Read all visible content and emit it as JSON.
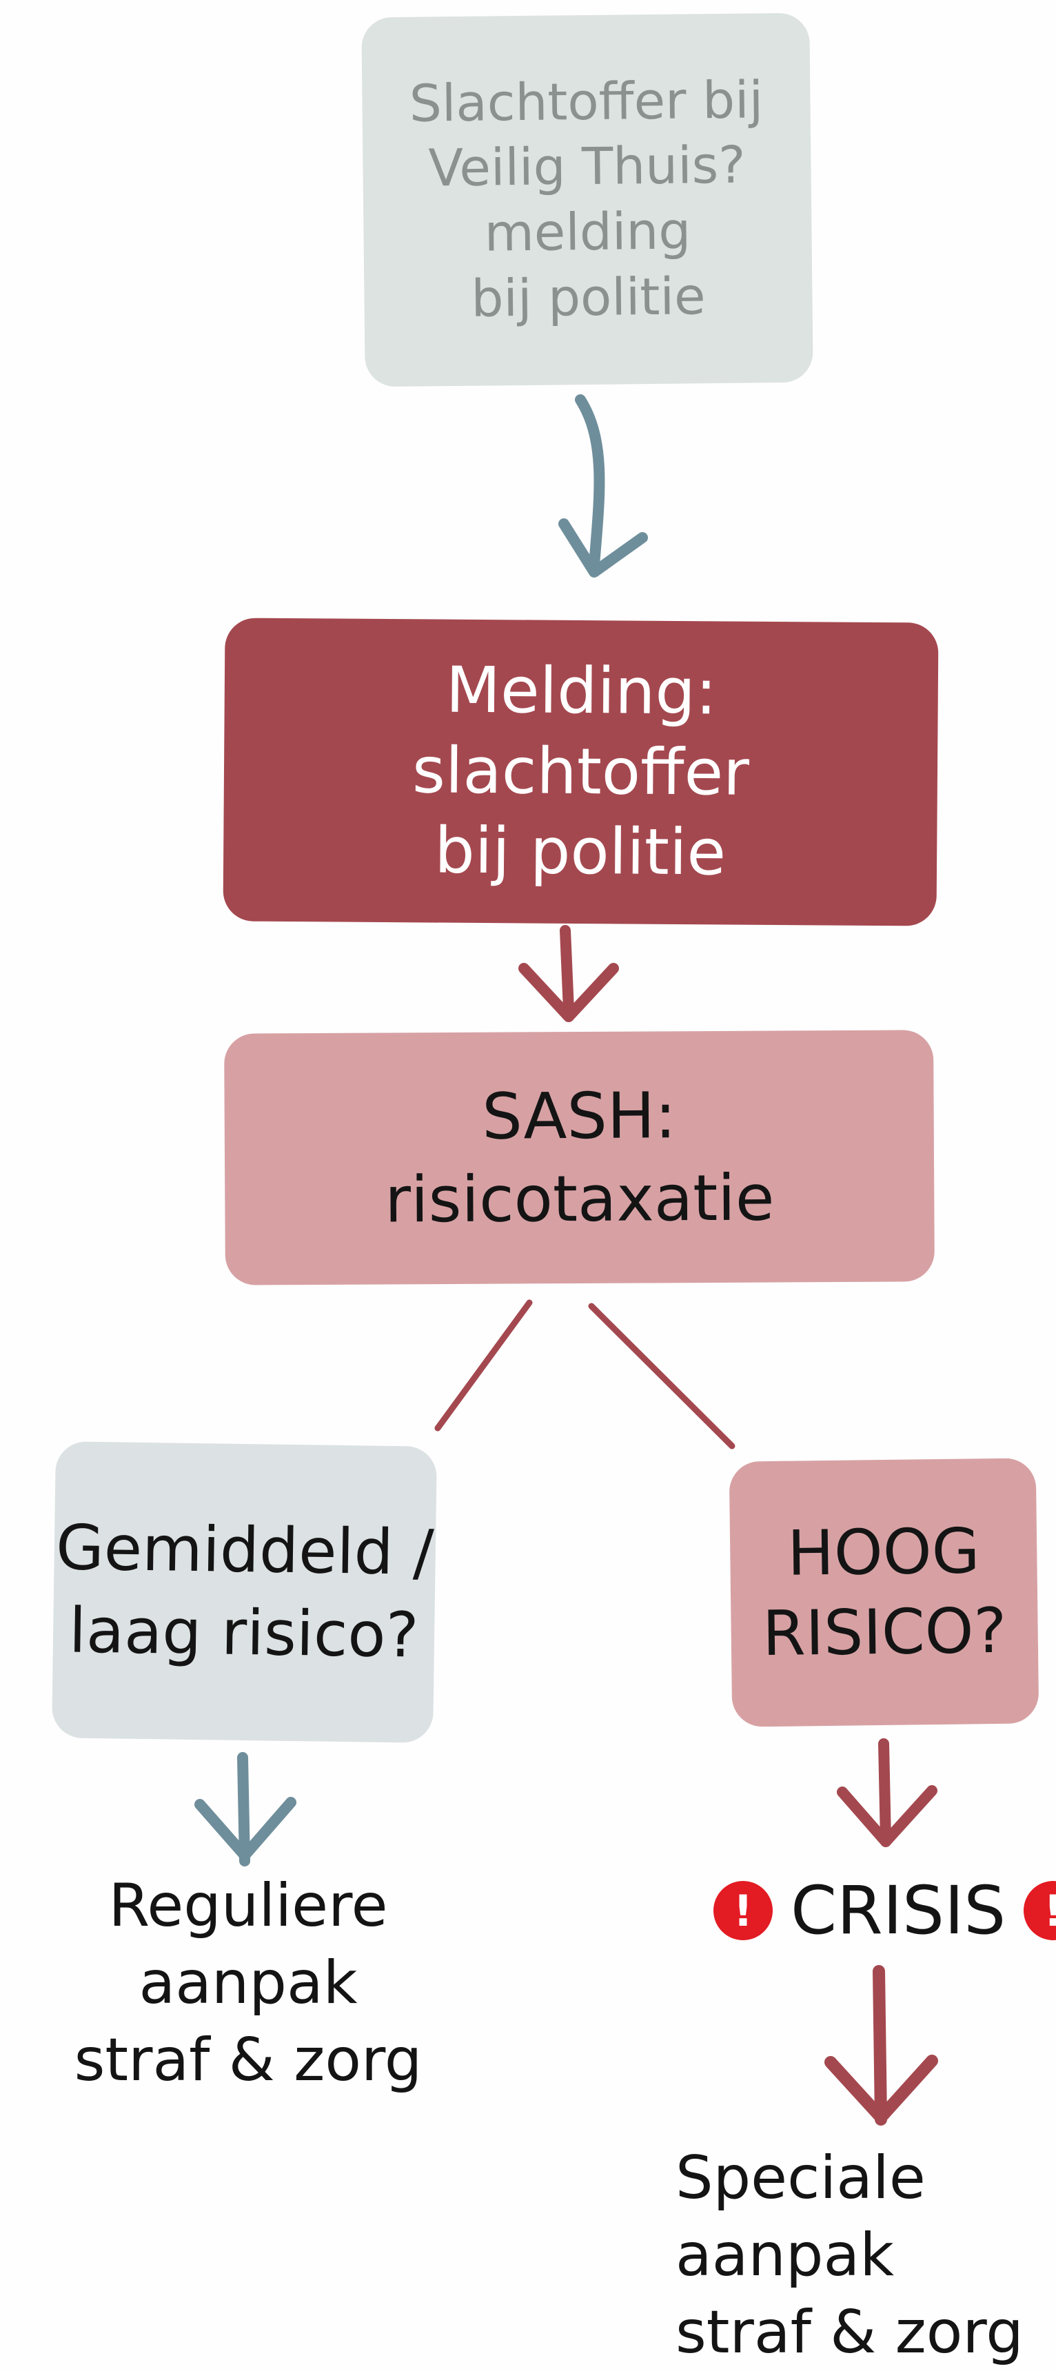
{
  "nodes": {
    "top": "Slachtoffer bij\nVeilig Thuis?\nmelding\nbij politie",
    "melding": "Melding:\nslachtoffer\nbij politie",
    "sash": "SASH:\nrisicotaxatie",
    "left_risk": "Gemiddeld /\nlaag risico?",
    "right_risk": "HOOG\nRISICO?"
  },
  "outcomes": {
    "left": "Reguliere aanpak\nstraf & zorg",
    "crisis": "CRISIS",
    "crisis_icon": "exclamation-warning-icon",
    "crisis_mark": "!",
    "right": "Speciale aanpak\nstraf & zorg"
  },
  "colors": {
    "grey_box": "#dde3e1",
    "dark_red": "#a4484f",
    "pink": "#d7a1a4",
    "blue_grey_arrow": "#6f8e9b",
    "red_arrow": "#a4484f",
    "warning_red": "#e31b23"
  }
}
